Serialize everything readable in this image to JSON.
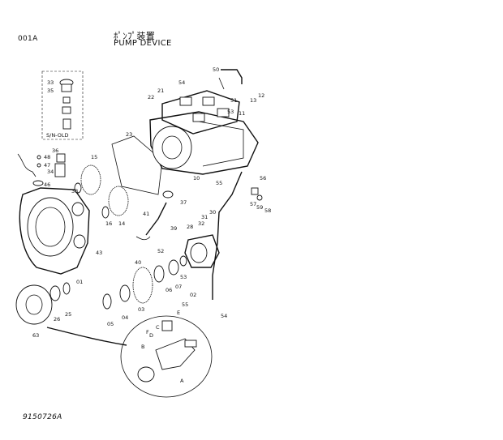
{
  "header": {
    "sheet_code": "001A",
    "title_jp": "ﾎﾟﾝﾌﾟ装置",
    "title_en": "PUMP  DEVICE"
  },
  "footer": {
    "doc_number": "9150726A"
  },
  "inset_box_label": "S/N-OLD",
  "callouts": [
    "50",
    "54",
    "21",
    "22",
    "51",
    "13",
    "12",
    "53",
    "11",
    "23",
    "10",
    "15",
    "36",
    "48",
    "47",
    "34",
    "33",
    "35",
    "38",
    "46",
    "16",
    "14",
    "37",
    "55",
    "56",
    "57",
    "59",
    "58",
    "41",
    "39",
    "43",
    "28",
    "31",
    "30",
    "32",
    "40",
    "01",
    "52",
    "05",
    "04",
    "03",
    "06",
    "07",
    "02",
    "53",
    "55",
    "54",
    "63",
    "26",
    "25",
    "A",
    "B",
    "C",
    "D",
    "E",
    "F"
  ]
}
